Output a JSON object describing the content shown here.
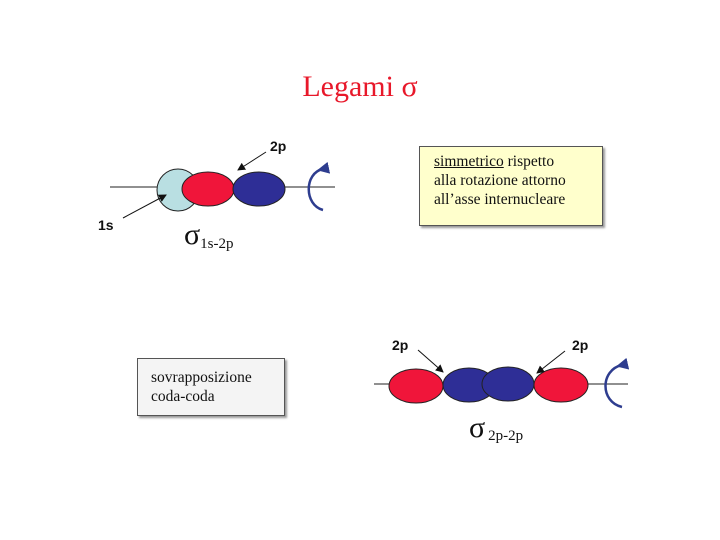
{
  "slide": {
    "title": "Legami σ",
    "top_diagram": {
      "label_2p": "2p",
      "label_1s": "1s",
      "sigma_symbol": "σ",
      "sigma_subscript": "1s-2p"
    },
    "note_box": {
      "underlined": "simmetrico",
      "line1_rest": " rispetto",
      "line2": "alla rotazione attorno",
      "line3": "all’asse internucleare"
    },
    "overlap_box": {
      "line1": "sovrapposizione",
      "line2": "coda-coda"
    },
    "bottom_diagram": {
      "label_left": "2p",
      "label_right": "2p",
      "sigma_symbol": "σ",
      "sigma_subscript": "2p-2p"
    },
    "colors": {
      "title": "#e8182a",
      "lobe_red": "#f0153a",
      "lobe_blue": "#2e2e96",
      "orbital_s": "#b9dfe2",
      "rotation_arrow": "#2e3d8f",
      "note_box_bg": "#ffffcc"
    }
  }
}
